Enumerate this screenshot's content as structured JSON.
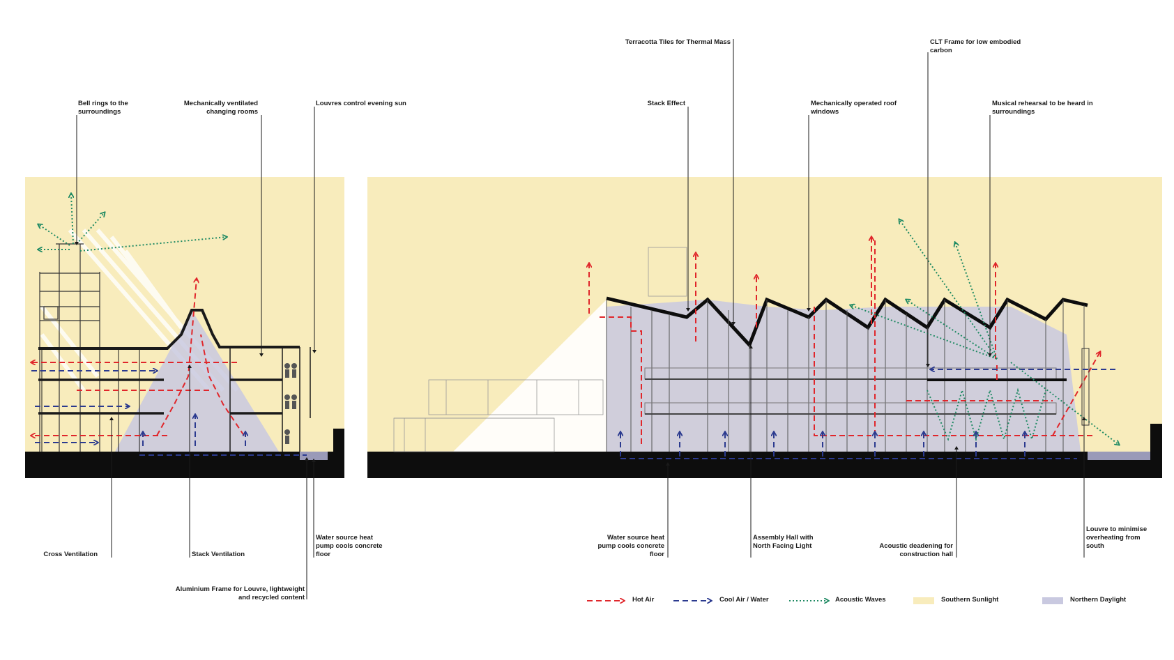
{
  "colors": {
    "southern_sunlight": "#f8ecbc",
    "northern_daylight": "#c9c9e0",
    "hot_air": "#e0262b",
    "cool_air": "#2b3a8f",
    "acoustic": "#1f8a63",
    "ground": "#0d0d0d"
  },
  "labels": {
    "bell_rings": [
      "Bell rings to the",
      "surroundings"
    ],
    "mech_vent_changing": [
      "Mechanically  ventilated",
      "changing rooms"
    ],
    "louvres_evening": [
      "Louvres control evening sun"
    ],
    "terracotta": [
      "Terracotta Tiles for Thermal Mass"
    ],
    "clt_frame": [
      "CLT Frame for low embodied",
      "carbon"
    ],
    "stack_effect": [
      "Stack Effect"
    ],
    "mech_roof_windows": [
      "Mechanically operated roof",
      "windows"
    ],
    "musical_rehearsal": [
      "Musical rehearsal to be heard in",
      "surroundings"
    ],
    "cross_ventilation": [
      "Cross Ventilation"
    ],
    "stack_ventilation": [
      "Stack Ventilation"
    ],
    "water_source_left": [
      "Water source heat",
      "pump cools concrete",
      "floor"
    ],
    "aluminium_frame": [
      "Aluminium Frame for Louvre, lightweight",
      "and recycled content"
    ],
    "water_source_right": [
      "Water source heat",
      "pump cools concrete",
      "floor"
    ],
    "assembly_hall": [
      "Assembly Hall with",
      "North Facing Light"
    ],
    "acoustic_deadening": [
      "Acoustic deadening for",
      "construction hall"
    ],
    "louvre_overheating": [
      "Louvre to minimise",
      "overheating from",
      "south"
    ]
  },
  "legend": {
    "hot_air": "Hot Air",
    "cool_air": "Cool Air / Water",
    "acoustic": "Acoustic Waves",
    "southern": "Southern Sunlight",
    "northern": "Northern Daylight"
  }
}
